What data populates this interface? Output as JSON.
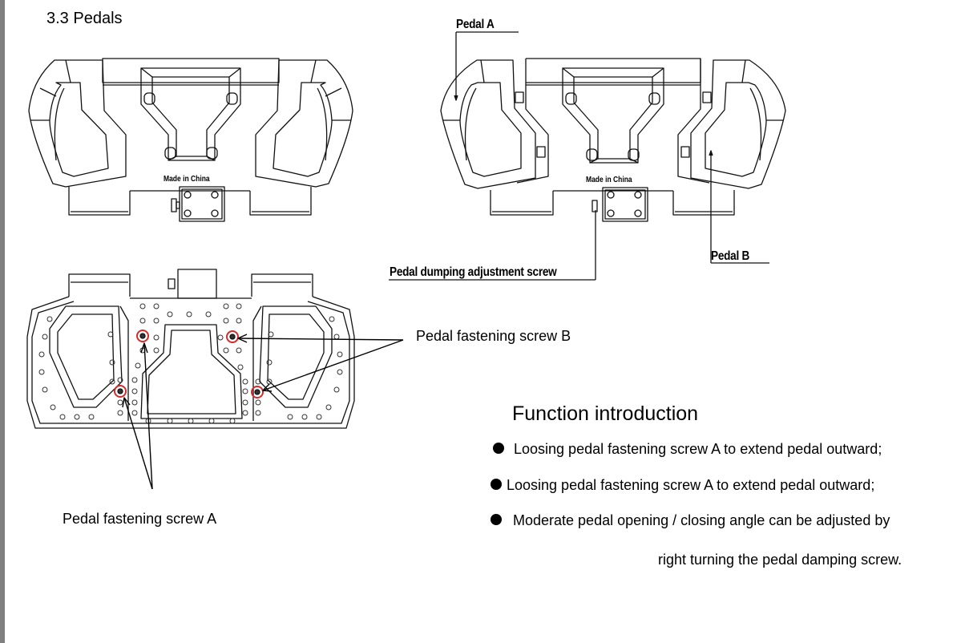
{
  "section": {
    "title": "3.3 Pedals"
  },
  "drawings": {
    "top_left": {
      "stamp": "Made in China"
    },
    "top_right": {
      "stamp": "Made in China",
      "labels": {
        "pedal_a": "Pedal  A",
        "pedal_b": "Pedal  B",
        "damping_screw": "Pedal dumping adjustment screw"
      }
    },
    "bottom_left": {
      "labels": {
        "screw_b": "Pedal fastening screw B",
        "screw_a": "Pedal fastening screw A"
      },
      "highlight_color": "#d42a2a"
    }
  },
  "function_intro": {
    "title": "Function introduction",
    "items": [
      "Loosing pedal fastening screw A to extend pedal outward;",
      "Loosing pedal fastening screw A to extend pedal outward;",
      "Moderate pedal opening / closing angle can be adjusted by"
    ],
    "continuation": "right turning the pedal damping screw."
  }
}
